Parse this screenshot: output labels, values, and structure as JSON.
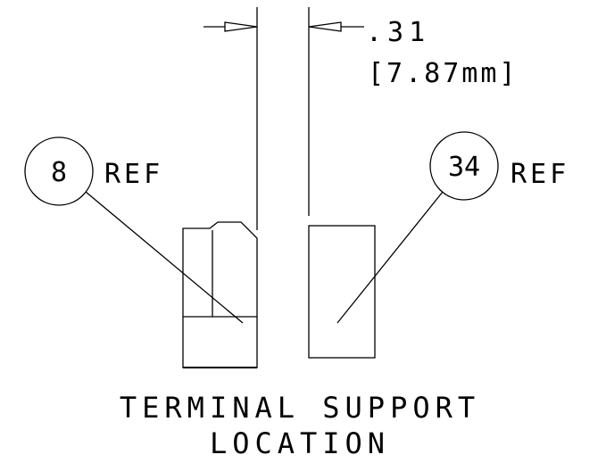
{
  "dimension": {
    "value_in": ".31",
    "value_mm": "[7.87mm]"
  },
  "balloons": [
    {
      "number": "8",
      "ref_label": "REF"
    },
    {
      "number": "34",
      "ref_label": "REF"
    }
  ],
  "caption": {
    "line1": "TERMINAL SUPPORT",
    "line2": "LOCATION"
  },
  "colors": {
    "ink": "#000000",
    "paper": "#ffffff"
  }
}
